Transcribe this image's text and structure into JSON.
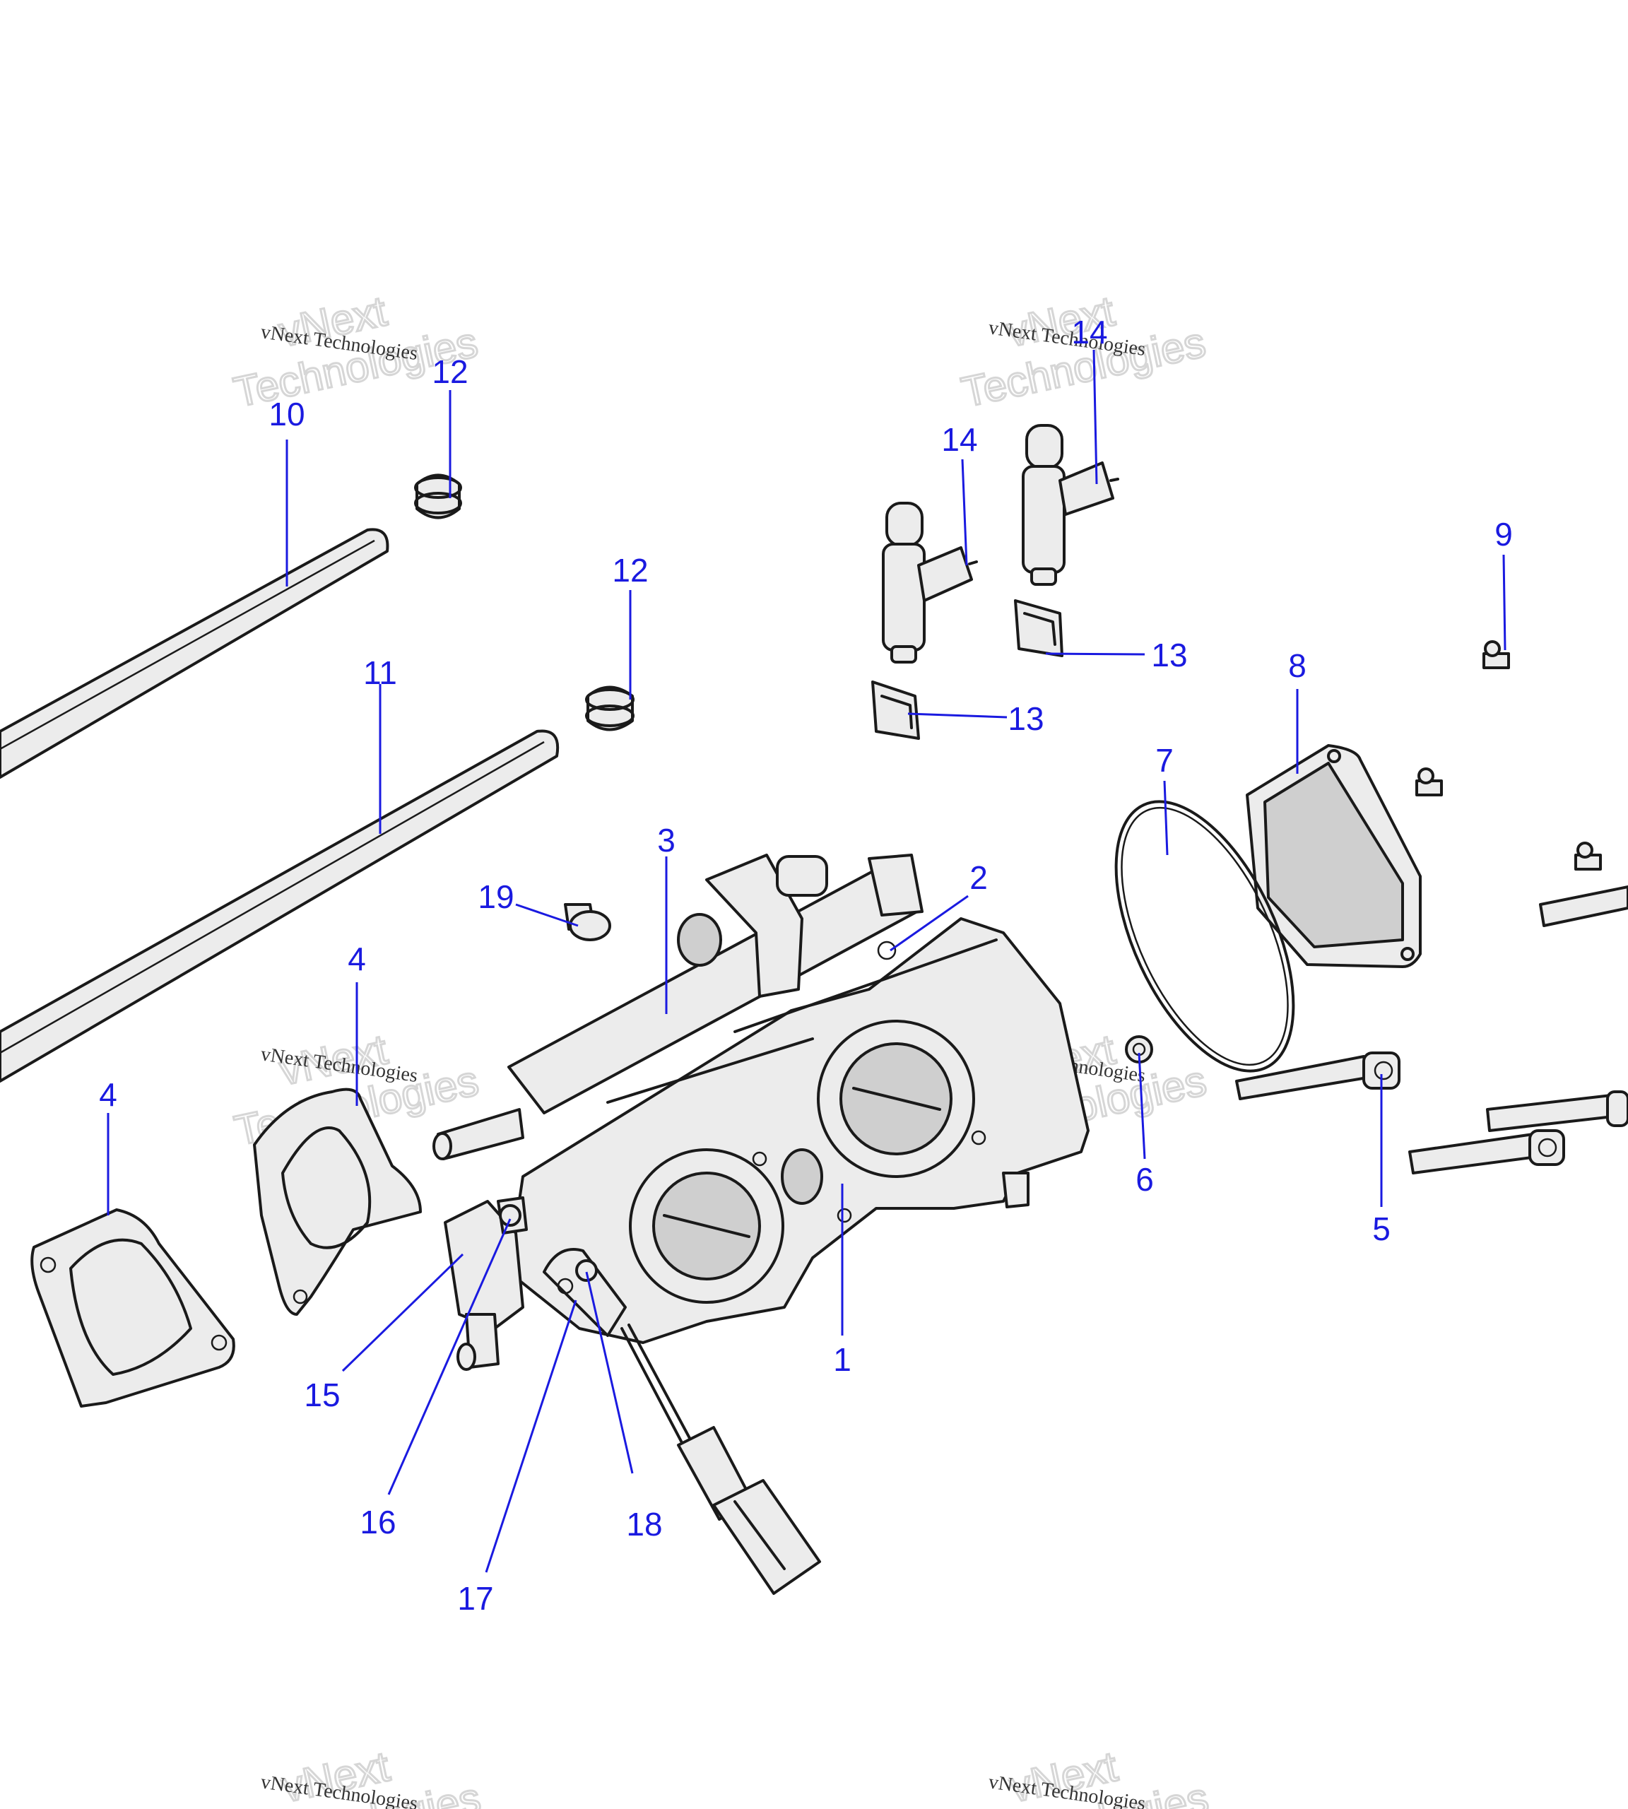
{
  "watermark": {
    "small": "vNext Technologies",
    "big_top": "vNext",
    "big_bottom": "Technologies"
  },
  "callouts": [
    "1",
    "2",
    "3",
    "4",
    "4",
    "5",
    "6",
    "7",
    "8",
    "9",
    "10",
    "11",
    "12",
    "12",
    "13",
    "13",
    "14",
    "14",
    "15",
    "16",
    "17",
    "18",
    "19"
  ],
  "colors": {
    "callout": "#1a1ae0",
    "line": "#1a1a1a",
    "fill": "#ececec"
  }
}
